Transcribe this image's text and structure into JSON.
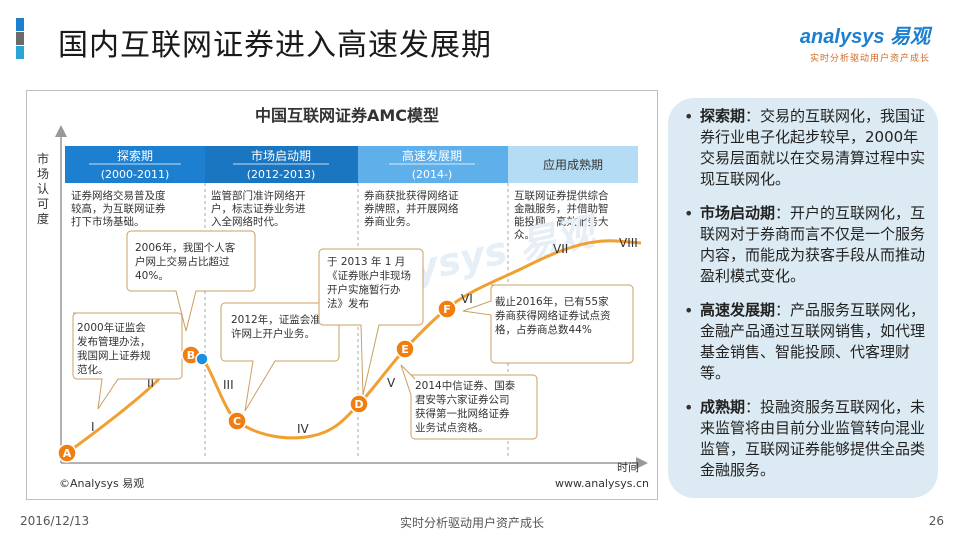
{
  "header": {
    "title": "国内互联网证券进入高速发展期",
    "logo_text": "nalysys",
    "logo_cn": "易观",
    "logo_tagline": "实时分析驱动用户资产成长",
    "bar_colors": [
      "#1d7fcf",
      "#6b6b6b",
      "#2aa6d6"
    ]
  },
  "chart": {
    "title": "中国互联网证券AMC模型",
    "y_label": "市场认可度",
    "x_label": "时间",
    "copyright": "©Analysys 易观",
    "site": "www.analysys.cn",
    "phases": [
      {
        "name": "探索期",
        "years": "(2000-2011)",
        "desc": [
          "证券网络交易普及度",
          "较高，为互联网证券",
          "打下市场基础。"
        ]
      },
      {
        "name": "市场启动期",
        "years": "(2012-2013)",
        "desc": [
          "监管部门准许网络开",
          "户，标志证券业务进",
          "入全网络时代。"
        ]
      },
      {
        "name": "高速发展期",
        "years": "(2014-)",
        "desc": [
          "券商获批获得网络证",
          "券牌照，并开展网络",
          "券商业务。"
        ]
      },
      {
        "name": "应用成熟期",
        "years": "",
        "desc": [
          "互联网证券提供综合",
          "金融服务，并借助智",
          "能投顾，高效服务大",
          "众。"
        ]
      }
    ],
    "points": [
      "A",
      "B",
      "C",
      "D",
      "E",
      "F"
    ],
    "stages": [
      "I",
      "II",
      "III",
      "IV",
      "V",
      "VI",
      "VII",
      "VIII"
    ],
    "callouts": [
      {
        "id": "b1",
        "lines": [
          "2000年证监会",
          "发布管理办法，",
          "我国网上证券规",
          "范化。"
        ]
      },
      {
        "id": "b2",
        "lines": [
          "2006年，我国个人客",
          "户网上交易占比超过",
          "40%。"
        ]
      },
      {
        "id": "b3",
        "lines": [
          "2012年，证监会准",
          "许网上开户业务。"
        ]
      },
      {
        "id": "b4",
        "lines": [
          "于 2013 年 1 月",
          "《证券账户非现场",
          "开户实施暂行办",
          "法》发布"
        ]
      },
      {
        "id": "b5",
        "lines": [
          "2014中信证券、国泰",
          "君安等六家证券公司",
          "获得第一批网络证券",
          "业务试点资格。"
        ]
      },
      {
        "id": "b6",
        "lines": [
          "截止2016年，已有55家",
          "券商获得网络证券试点资",
          "格，占券商总数44%"
        ]
      }
    ],
    "colors": {
      "curve": "#f0a030",
      "point": "#f07e10",
      "phase_dark": "#1d7fcf",
      "phase_light": "#a9d6f5",
      "callout_border": "#c8a060"
    }
  },
  "side": {
    "items": [
      {
        "term": "探索期",
        "text": "：交易的互联网化，我国证券行业电子化起步较早，2000年交易层面就以在交易清算过程中实现互联网化。"
      },
      {
        "term": "市场启动期",
        "text": "：开户的互联网化，互联网对于券商而言不仅是一个服务内容，而能成为获客手段从而推动盈利模式变化。"
      },
      {
        "term": "高速发展期",
        "text": "：产品服务互联网化，金融产品通过互联网销售，如代理基金销售、智能投顾、代客理财等。"
      },
      {
        "term": "成熟期",
        "text": "：投融资服务互联网化，未来监管将由目前分业监管转向混业监管，互联网证券能够提供全品类金融服务。"
      }
    ]
  },
  "footer": {
    "date": "2016/12/13",
    "slogan": "实时分析驱动用户资产成长",
    "page": "26"
  }
}
